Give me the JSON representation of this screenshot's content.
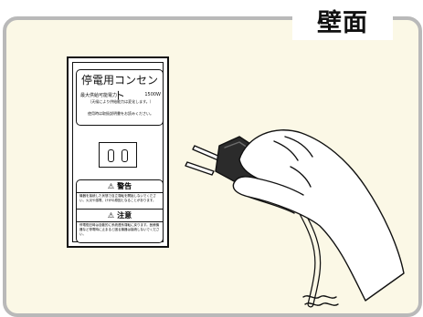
{
  "wall_label": "壁面",
  "outlet_plate": {
    "title": "停電用コンセント",
    "rating_label": "最大供給可能電力",
    "rating_value": "1500W",
    "note_line": "（天候により供給能力は変化します。）",
    "usage_note": "使用時は取扱説明書をお読みください。",
    "warning_title": "警告",
    "warning_text": "機器を接続した状態で自立運転を開始しないでください。火災や感電、けがの原因となることがあります。",
    "caution_title": "注意",
    "caution_text": "停電復旧時は自動的に系統連系運転に戻ります。医療機器など停電時に止まると困る機器は接続しないでください。"
  },
  "icons": {
    "warning": "warning-triangle-icon",
    "hand": "hand-with-plug-illustration"
  },
  "colors": {
    "panel_bg": "#fbf8e6",
    "panel_border": "#b9b9b9",
    "line": "#111111"
  }
}
